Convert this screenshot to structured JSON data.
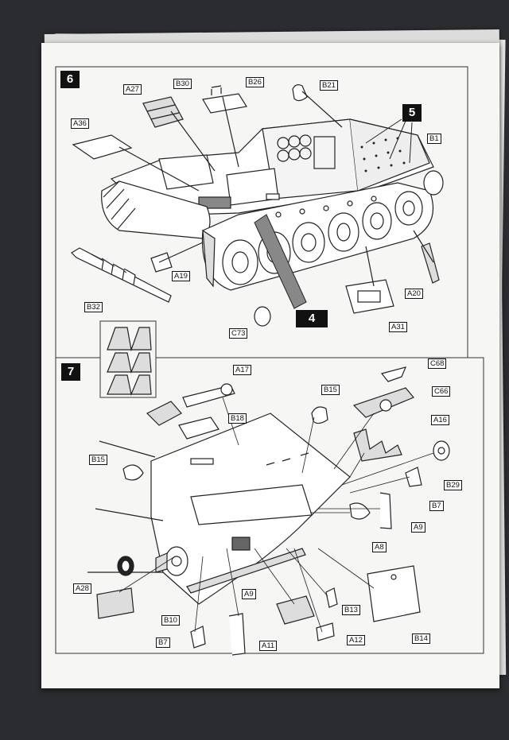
{
  "steps": {
    "step6": "6",
    "step7": "7",
    "callout5": "5",
    "callout4": "4"
  },
  "parts6": {
    "A27": "A27",
    "B30": "B30",
    "B26": "B26",
    "B21": "B21",
    "A36": "A36",
    "B1": "B1",
    "A19": "A19",
    "B32": "B32",
    "A20": "A20",
    "C73": "C73",
    "A31": "A31"
  },
  "parts7": {
    "A17": "A17",
    "C68": "C68",
    "B15a": "B15",
    "C66": "C66",
    "B18": "B18",
    "A16": "A16",
    "B15b": "B15",
    "B29": "B29",
    "B7a": "B7",
    "A9a": "A9",
    "A8": "A8",
    "A28": "A28",
    "A9b": "A9",
    "B13": "B13",
    "B10": "B10",
    "A11": "A11",
    "B7b": "B7",
    "A12": "A12",
    "B14": "B14"
  }
}
